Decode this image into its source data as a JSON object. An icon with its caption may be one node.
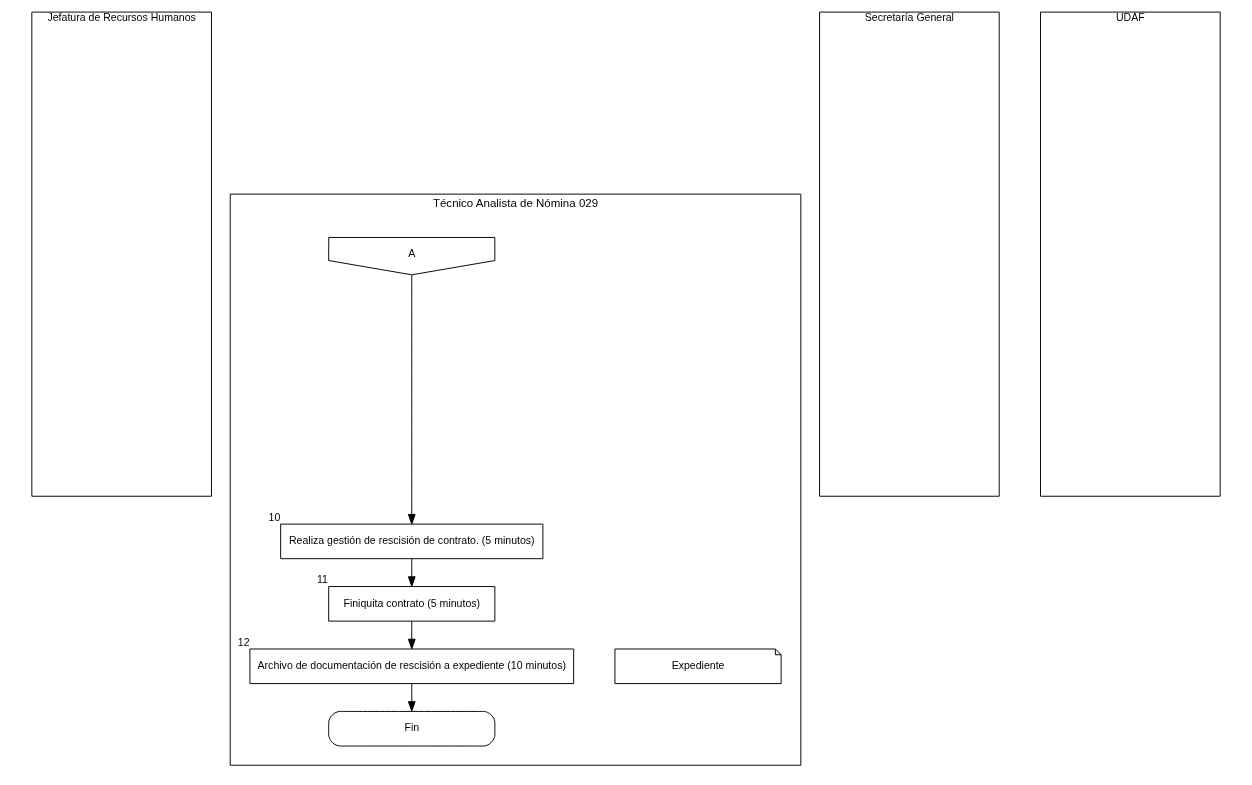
{
  "diagram": {
    "nodes": [
      {
        "text": [
          "Jefatura de Recursos Humanos"
        ]
      },
      {
        "text": [
          "Técnico Analista de Nómina 029"
        ]
      },
      {
        "text": [
          "Secretaría General"
        ]
      },
      {
        "text": [
          "UDAF"
        ]
      },
      {
        "text": [
          "A"
        ],
        "in": 1
      },
      {
        "text": [
          "Realiza gestión de rescisión de contrato. (5 minutos)"
        ],
        "in": 1,
        "beside": [
          "10"
        ]
      },
      {
        "text": [
          "Finiquita contrato (5 minutos)"
        ],
        "in": 1,
        "beside": [
          "11"
        ]
      },
      {
        "text": [
          "Expediente"
        ],
        "in": 1
      },
      {
        "text": [
          "Archivo de documentación de rescisión a expediente (10 minutos)"
        ],
        "in": 1,
        "beside": [
          "12"
        ]
      },
      {
        "text": [
          "Fin"
        ],
        "in": 1
      }
    ],
    "edges": [
      {
        "from": 4,
        "to": 5,
        "arrow": "to"
      },
      {
        "from": 5,
        "to": 6,
        "arrow": "to"
      },
      {
        "from": 6,
        "to": 8,
        "arrow": "to"
      },
      {
        "from": 8,
        "to": 9,
        "arrow": "to"
      }
    ]
  }
}
